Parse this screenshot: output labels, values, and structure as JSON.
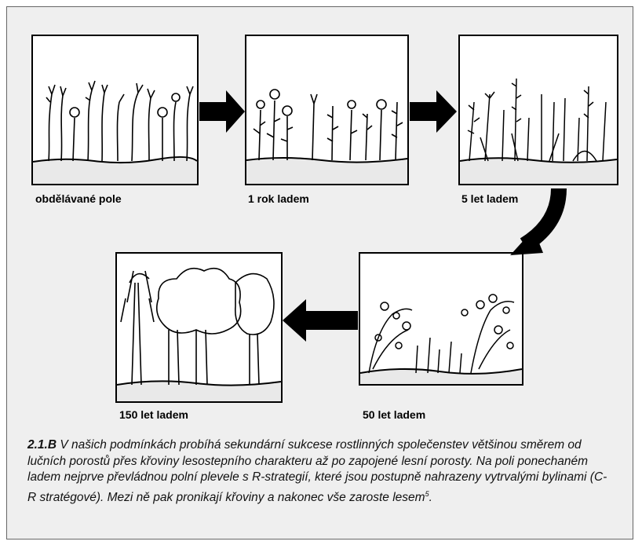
{
  "stages": [
    {
      "label": "obdělávané pole"
    },
    {
      "label": "1 rok  ladem"
    },
    {
      "label": "5 let  ladem"
    },
    {
      "label": "50 let  ladem"
    },
    {
      "label": "150 let  ladem"
    }
  ],
  "caption": {
    "figure_number": "2.1.B",
    "text": "V našich podmínkách probíhá sekundární sukcese rostlinných společenstev většinou směrem od lučních porostů přes křoviny lesostepního charakteru až po zapojené lesní porosty. Na poli ponechaném ladem nejprve převládnou polní plevele s R-strategií, které jsou postupně nahrazeny vytrvalými bylinami (C-R stratégové). Mezi ně pak pronikají křoviny a nakonec vše zaroste lesem",
    "footnote": "5",
    "trailing": "."
  }
}
